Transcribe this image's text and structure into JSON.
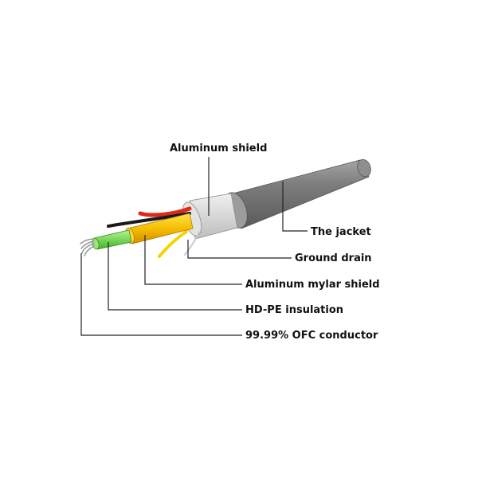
{
  "labels": {
    "aluminum_shield": "Aluminum shield",
    "jacket": "The jacket",
    "ground_drain": "Ground drain",
    "mylar_shield": "Aluminum mylar shield",
    "insulation": "HD-PE insulation",
    "conductor": "99.99% OFC conductor"
  },
  "colors": {
    "jacket": "#6f6f6f",
    "jacket_highlight": "#9a9a9a",
    "jacket_end": "#8c8c8c",
    "aluminum_shield": "#d6d6d6",
    "mylar_shield": "#f2b600",
    "insulation_green": "#4fd12a",
    "wire_red": "#e0271c",
    "wire_black": "#1a1a1a",
    "wire_yellow": "#f4d400",
    "conductor_silver": "#c9c9c9",
    "leader_line": "#222222"
  }
}
